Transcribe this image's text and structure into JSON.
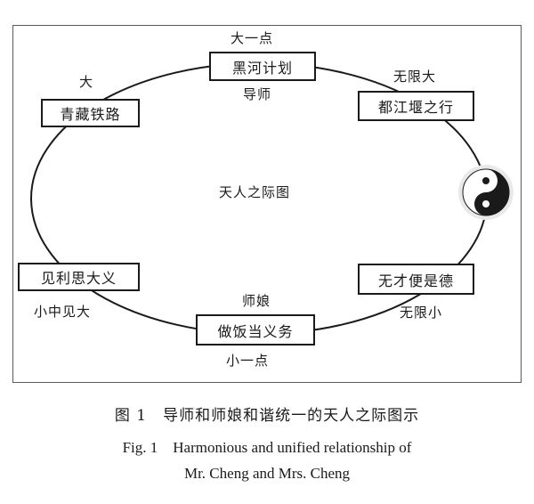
{
  "diagram": {
    "center_label": "天人之际图",
    "nodes": {
      "top": "黑河计划",
      "top_right": "都江堰之行",
      "bottom_right": "无才便是德",
      "bottom": "做饭当义务",
      "bottom_left": "见利思大义",
      "top_left": "青藏铁路"
    },
    "labels": {
      "top_above": "大一点",
      "top_below": "导师",
      "top_right_above": "无限大",
      "top_left_above": "大",
      "bottom_right_below": "无限小",
      "bottom_above": "师娘",
      "bottom_below": "小一点",
      "bottom_left_below": "小中见大"
    },
    "symbol_icon": "yin-yang-icon"
  },
  "caption": {
    "cn": "图 1　导师和师娘和谐统一的天人之际图示",
    "en_line1": "Fig. 1　Harmonious and unified relationship of",
    "en_line2": "Mr. Cheng and Mrs. Cheng"
  }
}
